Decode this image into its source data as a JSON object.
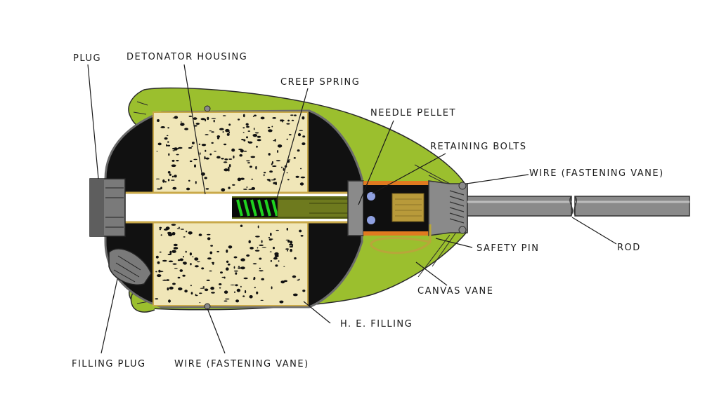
{
  "labels": {
    "plug": "PLUG",
    "detonator_housing": "DETONATOR HOUSING",
    "creep_spring": "CREEP SPRING",
    "needle_pellet": "NEEDLE PELLET",
    "retaining_bolts": "RETAINING BOLTS",
    "wire_fastening_vane_top": "WIRE (FASTENING VANE)",
    "safety_pin": "SAFETY PIN",
    "rod": "ROD",
    "canvas_vane": "CANVAS VANE",
    "he_filling": "H. E. FILLING",
    "filling_plug": "FILLING PLUG",
    "wire_fastening_vane_bottom": "WIRE (FASTENING VANE)"
  },
  "colors": {
    "canvas_vane": "#9bbf2e",
    "he_filling": "#f0e6b8",
    "body_black": "#111111",
    "steel_grey": "#8a8a8a",
    "spring_green": "#1fd21f",
    "striker_olive": "#6e7a1e",
    "retainer_orange": "#e07a20",
    "pellet_wood": "#b89a3a"
  }
}
